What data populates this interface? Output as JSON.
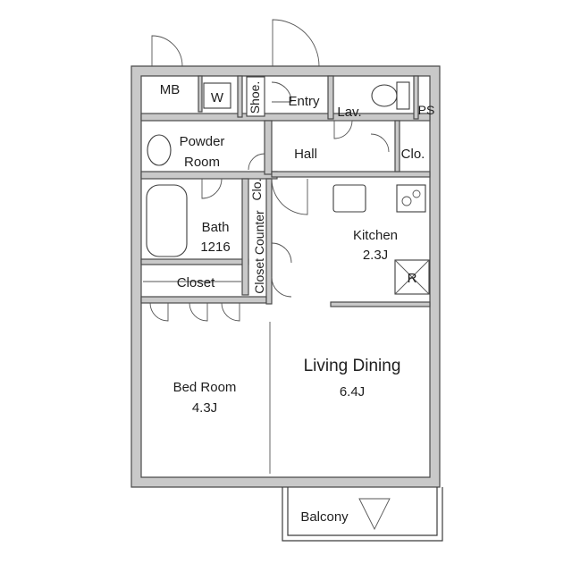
{
  "rooms": {
    "mb": "MB",
    "washer": "W",
    "shoe": "Shoe.",
    "entry": "Entry",
    "lav": "Lav.",
    "ps": "PS",
    "powder_room": [
      "Powder",
      "Room"
    ],
    "hall": "Hall",
    "closet_hall": "Clo.",
    "closet_small": "Clo.",
    "bath": [
      "Bath",
      "1216"
    ],
    "closet_counter": "Closet Counter",
    "kitchen": [
      "Kitchen",
      "2.3J"
    ],
    "refrigerator": "R",
    "closet": "Closet",
    "bedroom": [
      "Bed Room",
      "4.3J"
    ],
    "living_dining": [
      "Living Dining",
      "6.4J"
    ],
    "balcony": "Balcony"
  }
}
